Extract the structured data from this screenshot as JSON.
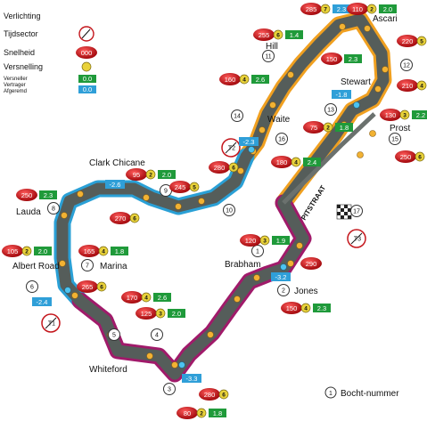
{
  "legend": {
    "verlichting": "Verlichting",
    "tijdsector": "Tijdsector",
    "snelheid": "Snelheid",
    "snelheid_example": "000",
    "versnelling": "Versnelling",
    "versnelling_lines": [
      "Versneller",
      "Vertrager",
      "Afgeremd"
    ],
    "box_green_value": "0.0",
    "box_blue_value": "0.0",
    "bocht_nummer": "Bocht-nummer"
  },
  "track_labels": [
    {
      "name": "Hill"
    },
    {
      "name": "Stewart"
    },
    {
      "name": "Waite"
    },
    {
      "name": "Ascari"
    },
    {
      "name": "Prost"
    },
    {
      "name": "Clark Chicane"
    },
    {
      "name": "Lauda"
    },
    {
      "name": "Albert Road"
    },
    {
      "name": "Marina"
    },
    {
      "name": "Brabham"
    },
    {
      "name": "Jones"
    },
    {
      "name": "Whiteford"
    },
    {
      "name": "PITSTRAAT"
    }
  ],
  "speeds": [
    {
      "value": "285",
      "gear": "7",
      "box": "2.3",
      "box_color": "#2f9fd8"
    },
    {
      "value": "110",
      "gear": "2",
      "box": "2.0",
      "box_color": "#1f9a3a"
    },
    {
      "value": "255",
      "gear": "6",
      "box": "1.4",
      "box_color": "#1f9a3a"
    },
    {
      "value": "220",
      "gear": "5",
      "box": "",
      "box_color": ""
    },
    {
      "value": "150",
      "gear": "",
      "box": "2.3",
      "box_color": "#1f9a3a"
    },
    {
      "value": "160",
      "gear": "4",
      "box": "2.6",
      "box_color": "#1f9a3a"
    },
    {
      "value": "210",
      "gear": "4",
      "box": "",
      "box_color": ""
    },
    {
      "value": "130",
      "gear": "3",
      "box": "2.2",
      "box_color": "#1f9a3a"
    },
    {
      "value": "75",
      "gear": "2",
      "box": "1.8",
      "box_color": "#1f9a3a"
    },
    {
      "value": "250",
      "gear": "6",
      "box": "",
      "box_color": ""
    },
    {
      "value": "280",
      "gear": "6",
      "box": "",
      "box_color": ""
    },
    {
      "value": "180",
      "gear": "4",
      "box": "2.4",
      "box_color": "#1f9a3a"
    },
    {
      "value": "95",
      "gear": "2",
      "box": "2.0",
      "box_color": "#1f9a3a"
    },
    {
      "value": "245",
      "gear": "5",
      "box": "",
      "box_color": ""
    },
    {
      "value": "250",
      "gear": "",
      "box": "2.3",
      "box_color": "#1f9a3a"
    },
    {
      "value": "270",
      "gear": "6",
      "box": "",
      "box_color": ""
    },
    {
      "value": "120",
      "gear": "3",
      "box": "1.9",
      "box_color": "#1f9a3a"
    },
    {
      "value": "290",
      "gear": "",
      "box": "",
      "box_color": ""
    },
    {
      "value": "105",
      "gear": "2",
      "box": "2.0",
      "box_color": "#1f9a3a"
    },
    {
      "value": "165",
      "gear": "4",
      "box": "1.8",
      "box_color": "#1f9a3a"
    },
    {
      "value": "265",
      "gear": "6",
      "box": "",
      "box_color": ""
    },
    {
      "value": "170",
      "gear": "4",
      "box": "2.6",
      "box_color": "#1f9a3a"
    },
    {
      "value": "150",
      "gear": "4",
      "box": "2.3",
      "box_color": "#1f9a3a"
    },
    {
      "value": "125",
      "gear": "3",
      "box": "2.0",
      "box_color": "#1f9a3a"
    },
    {
      "value": "280",
      "gear": "6",
      "box": "",
      "box_color": ""
    },
    {
      "value": "80",
      "gear": "2",
      "box": "1.8",
      "box_color": "#1f9a3a"
    }
  ],
  "decel_boxes": [
    "-1.8",
    "-2.3",
    "-2.6",
    "-3.2",
    "-2.4",
    "-3.3"
  ],
  "corners": [
    "11",
    "12",
    "13",
    "14",
    "15",
    "16",
    "10",
    "9",
    "8",
    "7",
    "6",
    "5",
    "4",
    "3",
    "2",
    "1",
    "17"
  ],
  "time_sectors": [
    "T2",
    "T3",
    "T1"
  ],
  "colors": {
    "track": "#555d5a",
    "sector_orange": "#f0a020",
    "sector_blue": "#2aa0d6",
    "sector_purple": "#a01a6a",
    "speed_red": "#c4161c",
    "accel_green": "#1f9a3a",
    "decel_blue": "#2f9fd8",
    "gear_yellow": "#e9d23a"
  }
}
